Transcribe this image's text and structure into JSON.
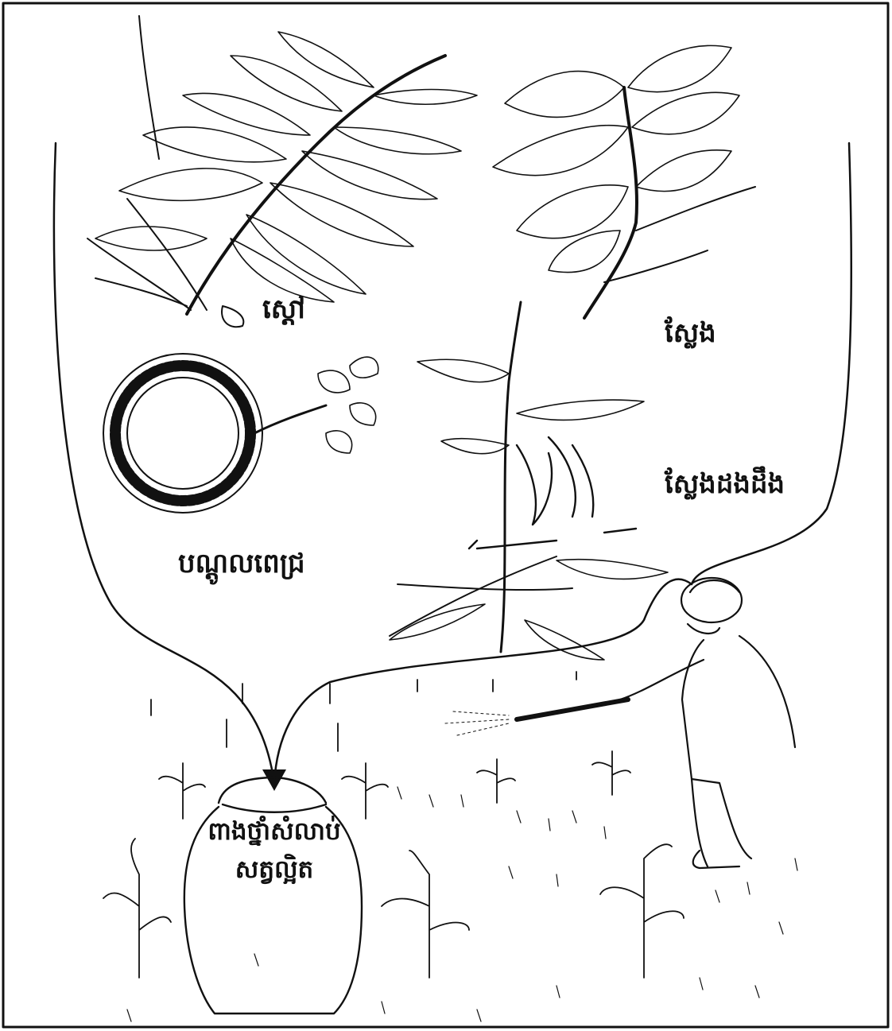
{
  "labels": {
    "neem": "ស្ដៅ",
    "sleng": "ស្លែង",
    "vine": "បណ្ដូលពេជ្រ",
    "gloriosa": "ស្លែងដងដឹង"
  },
  "pot": {
    "line1": "ពាងថ្នាំសំលាប់",
    "line2": "សត្វល្អិត"
  },
  "colors": {
    "ink": "#111111",
    "paper": "#ffffff"
  }
}
